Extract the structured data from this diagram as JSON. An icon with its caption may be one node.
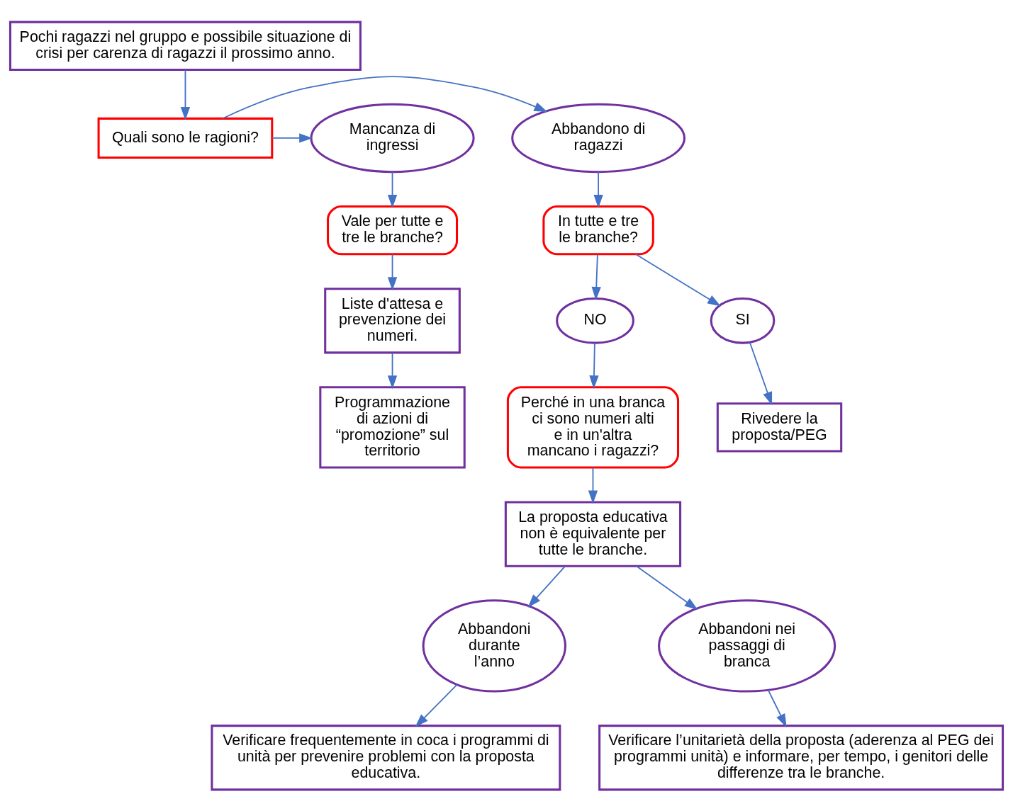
{
  "diagram": {
    "nodes": [
      {
        "text": [
          "Pochi ragazzi nel gruppo e possibile situazione di crisi per carenza di ragazzi il prossimo anno."
        ]
      },
      {
        "text": [
          "Quali sono le ragioni?"
        ]
      },
      {
        "text": [
          "Abbandono di ragazzi"
        ]
      },
      {
        "text": [
          "Mancanza di ingressi"
        ]
      },
      {
        "text": [
          "In tutte e tre le branche?"
        ]
      },
      {
        "text": [
          "Vale per tutte e tre le branche?"
        ]
      },
      {
        "text": [
          "SI"
        ]
      },
      {
        "text": [
          "NO"
        ]
      },
      {
        "text": [
          "Perché in una branca ci sono numeri alti e in un'altra mancano i ragazzi?"
        ]
      },
      {
        "text": [
          "Rivedere la proposta/PEG"
        ]
      },
      {
        "text": [
          "Liste d'attesa e prevenzione dei numeri."
        ]
      },
      {
        "text": [
          "La proposta educativa non è equivalente per tutte le branche."
        ]
      },
      {
        "text": [
          "Programmazione di azioni di “promozione” sul territorio"
        ]
      },
      {
        "text": [
          "Abbandoni durante l’anno"
        ]
      },
      {
        "text": [
          "Abbandoni nei passaggi di branca"
        ]
      },
      {
        "text": [
          "Verificare frequentemente in coca i programmi di unità per prevenire problemi con la proposta educativa."
        ]
      },
      {
        "text": [
          "Verificare l’unitarietà della proposta (aderenza al PEG dei programmi unità) e informare, per tempo, i genitori delle differenze tra le branche."
        ]
      }
    ],
    "edges": [
      {
        "from": 0,
        "to": 1,
        "arrow": "to"
      },
      {
        "from": 1,
        "to": 2,
        "arrow": "to"
      },
      {
        "from": 1,
        "to": 3,
        "arrow": "to"
      },
      {
        "from": 2,
        "to": 4,
        "arrow": "to"
      },
      {
        "from": 3,
        "to": 5,
        "arrow": "to"
      },
      {
        "from": 4,
        "to": 6,
        "arrow": "to"
      },
      {
        "from": 4,
        "to": 7,
        "arrow": "to"
      },
      {
        "from": 7,
        "to": 8,
        "arrow": "to"
      },
      {
        "from": 6,
        "to": 9,
        "arrow": "to"
      },
      {
        "from": 5,
        "to": 10,
        "arrow": "to"
      },
      {
        "from": 8,
        "to": 11,
        "arrow": "to"
      },
      {
        "from": 10,
        "to": 12,
        "arrow": "to"
      },
      {
        "from": 11,
        "to": 13,
        "arrow": "to"
      },
      {
        "from": 11,
        "to": 14,
        "arrow": "to"
      },
      {
        "from": 13,
        "to": 15,
        "arrow": "to"
      },
      {
        "from": 14,
        "to": 16,
        "arrow": "to"
      }
    ]
  }
}
